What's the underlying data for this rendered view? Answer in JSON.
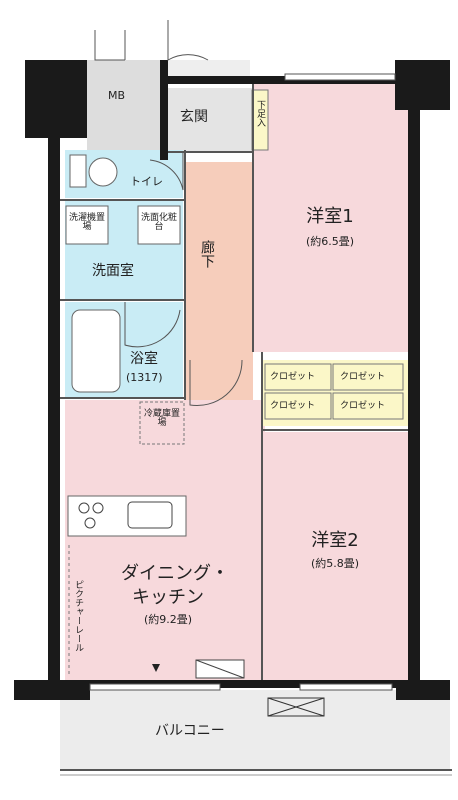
{
  "colors": {
    "wall": "#1a1a1a",
    "pink_room": "#f7d9dc",
    "corridor": "#f6cdbb",
    "water_room": "#c9ecf5",
    "closet": "#fbf7c8",
    "balcony": "#ececec",
    "exterior": "#dcdcdc",
    "line": "#555555"
  },
  "rooms": {
    "mb": "MB",
    "genkan": "玄関",
    "getabako": "下足入",
    "toilet": "トイレ",
    "sentakuki": "洗濯機置場",
    "senmen_kesho": "洗面化粧台",
    "senmenshitsu": "洗面室",
    "roka": "廊下",
    "yoshitsu1_name": "洋室1",
    "yoshitsu1_size": "(約6.5畳)",
    "yoshitsu2_name": "洋室2",
    "yoshitsu2_size": "(約5.8畳)",
    "yokushitsu": "浴室",
    "yokushitsu_size": "(1317)",
    "reizoko": "冷蔵庫置場",
    "dk_line1": "ダイニング・",
    "dk_line2": "キッチン",
    "dk_size": "(約9.2畳)",
    "picture_rail": "ピクチャーレール",
    "balcony": "バルコニー"
  },
  "closets": [
    "クロゼット",
    "クロゼット",
    "クロゼット",
    "クロゼット"
  ]
}
